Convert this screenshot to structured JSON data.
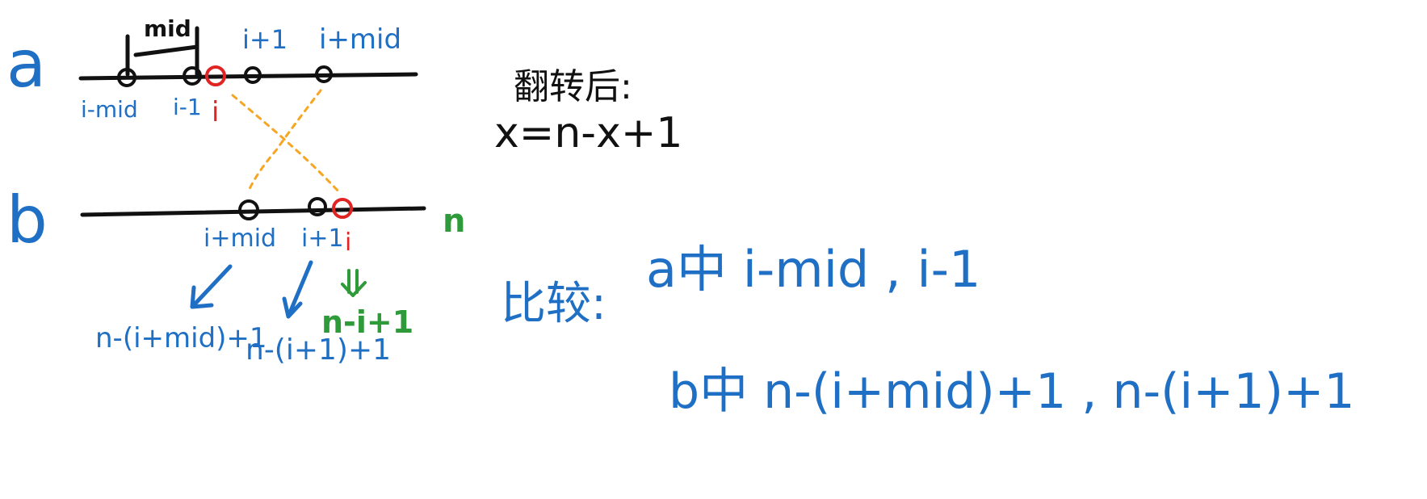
{
  "colors": {
    "blue": "#1f6fc5",
    "black": "#111111",
    "red": "#e02424",
    "green": "#2e9a3a",
    "orange": "#f5a623"
  },
  "lines": {
    "a_label": "a",
    "b_label": "b",
    "n_label": "n"
  },
  "top_labels": {
    "mid": "mid",
    "i_plus_1": "i+1",
    "i_plus_mid": "i+mid",
    "i_minus_mid": "i-mid",
    "i_minus_1": "i-1",
    "i": "i"
  },
  "bottom_labels": {
    "i_plus_mid": "i+mid",
    "i_plus_1": "i+1",
    "i": "i"
  },
  "mapped": {
    "first": "n-(i+mid)+1",
    "second": "n-(i+1)+1",
    "third": "n-i+1"
  },
  "flip_note": {
    "title": "翻转后:",
    "formula": "x=n-x+1"
  },
  "compare": {
    "label": "比较:",
    "row_a": "a中 i-mid , i-1",
    "row_b": "b中 n-(i+mid)+1 , n-(i+1)+1"
  }
}
